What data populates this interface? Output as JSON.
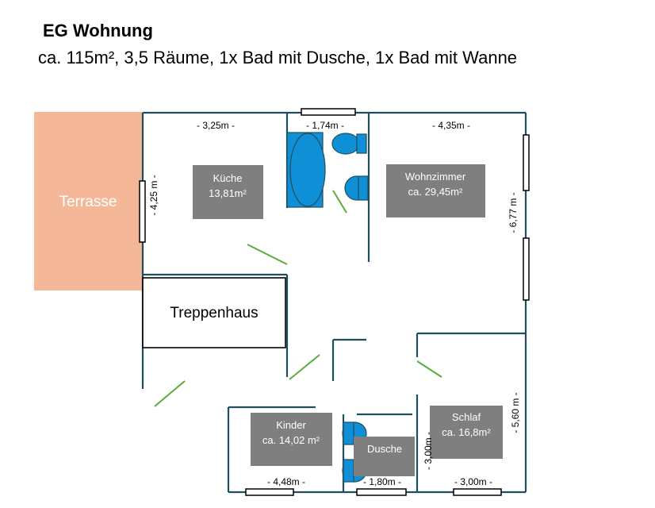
{
  "header": {
    "title": "EG Wohnung",
    "subtitle": "ca. 115m², 3,5 Räume, 1x Bad mit Dusche, 1x Bad mit Wanne"
  },
  "rooms": {
    "terrasse": "Terrasse",
    "treppenhaus": "Treppenhaus",
    "kueche": {
      "name": "Küche",
      "area": "13,81m²"
    },
    "wohnzimmer": {
      "name": "Wohnzimmer",
      "area": "ca. 29,45m²"
    },
    "kinder": {
      "name": "Kinder",
      "area": "ca. 14,02 m²"
    },
    "schlaf": {
      "name": "Schlaf",
      "area": "ca. 16,8m²"
    },
    "dusche": "Dusche"
  },
  "dimensions": {
    "kueche_width": "- 3,25m -",
    "bad_width": "- 1,74m -",
    "wohn_width": "- 4,35m -",
    "kueche_height": "- 4,25 m -",
    "wohn_height": "- 6,77 m -",
    "schlaf_height": "- 5,60 m -",
    "dusche_height": "- 3,00m -",
    "kinder_width": "- 4,48m -",
    "dusche_width": "- 1,80m -",
    "schlaf_width": "- 3,00m -"
  },
  "colors": {
    "wall": "#1f4e5f",
    "terrace": "#f4b899",
    "room_box": "#7f7f7f",
    "fixture": "#0f8fd6",
    "door": "#5aab3a"
  }
}
